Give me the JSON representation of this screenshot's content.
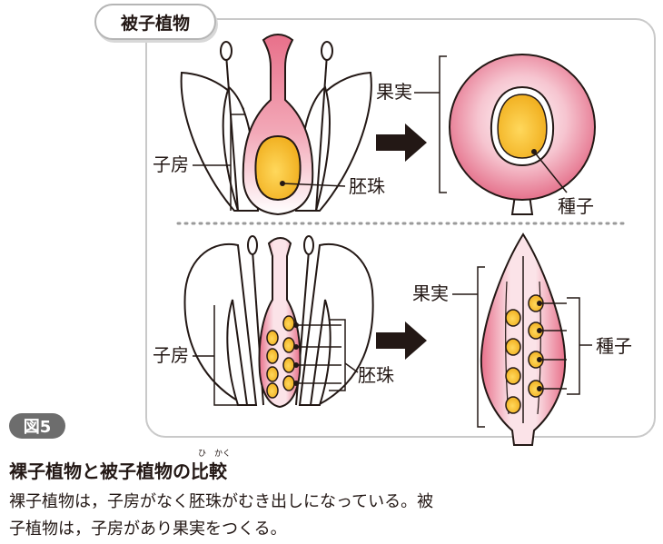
{
  "header": {
    "tab_label": "被子植物"
  },
  "labels": {
    "top_ovary": "子房",
    "top_ovule": "胚珠",
    "top_fruit": "果実",
    "top_seed": "種子",
    "bottom_ovary": "子房",
    "bottom_ovule": "胚珠",
    "bottom_fruit": "果実",
    "bottom_seed": "種子"
  },
  "figure": {
    "badge": "図5",
    "title": "裸子植物と被子植物の比較",
    "ruby_hi": "ひ",
    "ruby_kaku": "かく",
    "body_line1": "裸子植物は，子房がなく胚珠がむき出しになっている。被",
    "body_line2": "子植物は，子房があり果実をつくる。"
  },
  "colors": {
    "pink": "#e8708a",
    "pink_light": "#fbe3e8",
    "ovule": "#f6c23b",
    "gray_border": "#c9c9c9",
    "badge": "#6d6d6d"
  }
}
